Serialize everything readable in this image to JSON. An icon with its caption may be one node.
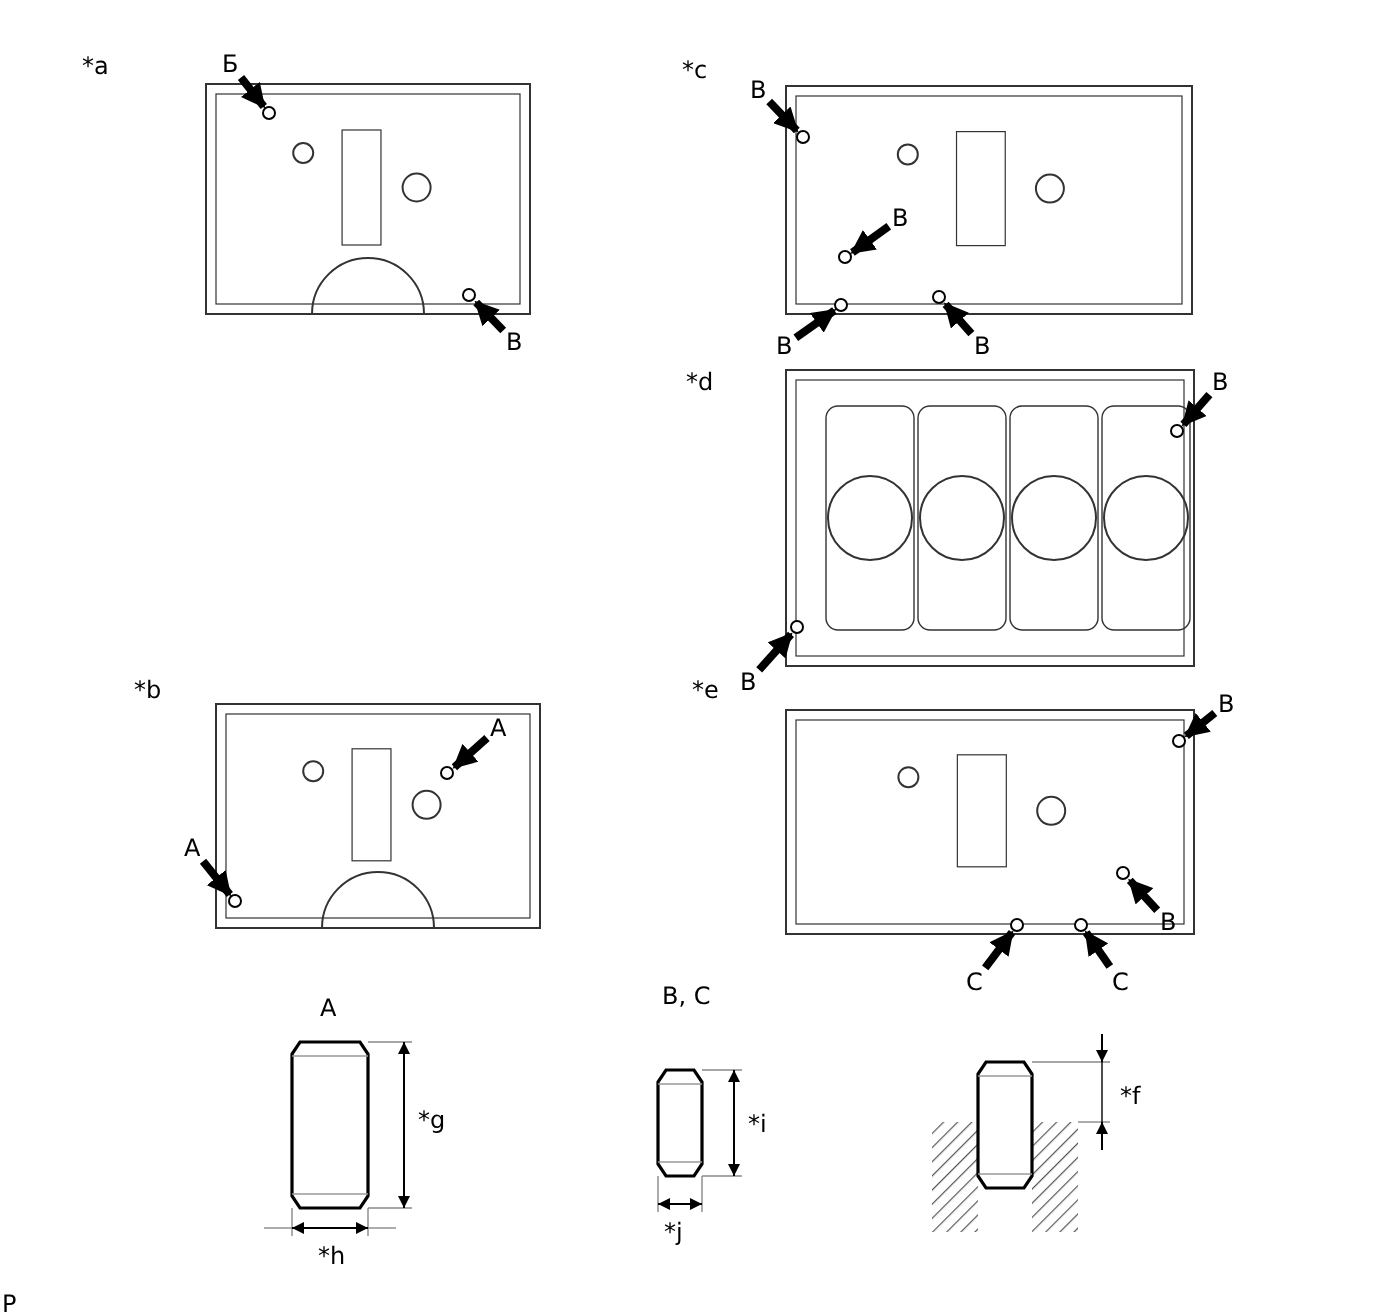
{
  "diagram": {
    "nodes": [
      {
        "text": [
          "*a"
        ]
      },
      {
        "text": [
          "Б"
        ]
      },
      {
        "text": [
          "B"
        ]
      },
      {
        "text": [
          "*c"
        ]
      },
      {
        "text": [
          "B"
        ]
      },
      {
        "text": [
          "B"
        ]
      },
      {
        "text": [
          "B"
        ]
      },
      {
        "text": [
          "B"
        ]
      },
      {
        "text": [
          "*d"
        ]
      },
      {
        "text": [
          "B"
        ]
      },
      {
        "text": [
          "B"
        ]
      },
      {
        "text": [
          "*b"
        ]
      },
      {
        "text": [
          "A"
        ]
      },
      {
        "text": [
          "A"
        ]
      },
      {
        "text": [
          "*e"
        ]
      },
      {
        "text": [
          "B"
        ]
      },
      {
        "text": [
          "B"
        ]
      },
      {
        "text": [
          "C"
        ]
      },
      {
        "text": [
          "C"
        ]
      },
      {
        "text": [],
        "shape": "circle",
        "in": 0
      },
      {
        "text": [],
        "shape": "circle",
        "in": 0
      },
      {
        "text": [],
        "shape": "circle",
        "in": 3
      },
      {
        "text": [],
        "shape": "circle",
        "in": 3
      },
      {
        "text": [],
        "shape": "circle",
        "in": 3
      },
      {
        "text": [],
        "shape": "circle",
        "in": 3
      },
      {
        "text": [],
        "shape": "circle",
        "in": 8
      },
      {
        "text": [],
        "shape": "circle",
        "in": 8
      },
      {
        "text": [],
        "shape": "circle",
        "in": 11
      },
      {
        "text": [],
        "shape": "circle",
        "in": 11
      },
      {
        "text": [],
        "shape": "circle",
        "in": 14
      },
      {
        "text": [],
        "shape": "circle",
        "in": 14
      },
      {
        "text": [],
        "shape": "circle",
        "in": 14
      },
      {
        "text": [],
        "shape": "circle",
        "in": 14
      }
    ],
    "edges": [
      {
        "from": 1,
        "to": 19,
        "arrow": "to"
      },
      {
        "from": 2,
        "to": 20,
        "arrow": "to"
      },
      {
        "from": 4,
        "to": 21,
        "arrow": "to"
      },
      {
        "from": 5,
        "to": 22,
        "arrow": "to"
      },
      {
        "from": 6,
        "to": 23,
        "arrow": "to"
      },
      {
        "from": 7,
        "to": 24,
        "arrow": "to"
      },
      {
        "from": 9,
        "to": 25,
        "arrow": "to"
      },
      {
        "from": 10,
        "to": 26,
        "arrow": "to"
      },
      {
        "from": 12,
        "to": 27,
        "arrow": "to"
      },
      {
        "from": 13,
        "to": 28,
        "arrow": "to"
      },
      {
        "from": 15,
        "to": 29,
        "arrow": "to"
      },
      {
        "from": 16,
        "to": 30,
        "arrow": "to"
      },
      {
        "from": 17,
        "to": 31,
        "arrow": "to"
      },
      {
        "from": 18,
        "to": 32,
        "arrow": "to"
      }
    ],
    "labels": [
      "A",
      "*g",
      "*h",
      "B, C",
      "*i",
      "*j",
      "*f",
      "P"
    ]
  }
}
